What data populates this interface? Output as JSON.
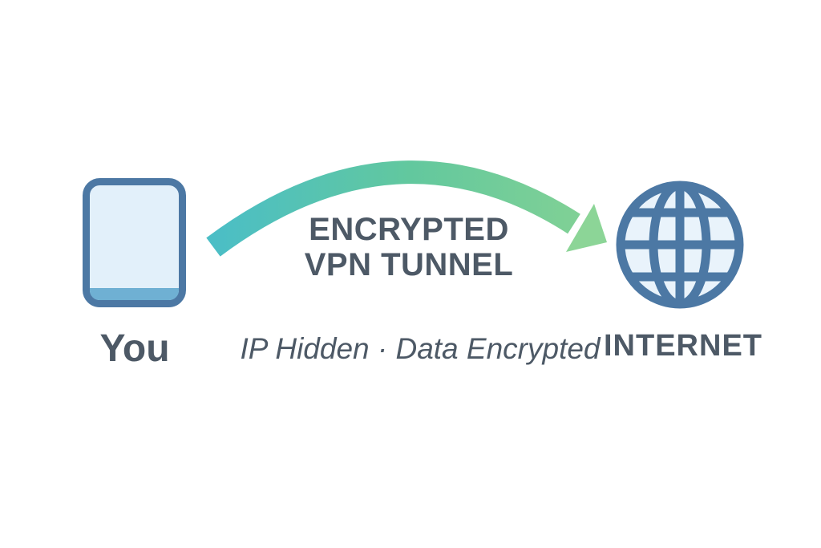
{
  "colors": {
    "background": "#ffffff",
    "text": "#4d5966",
    "device_border": "#4c78a4",
    "device_fill": "#e2f0fa",
    "device_band": "#6fb0d3",
    "globe_stroke": "#4c78a4",
    "globe_fill": "#e9f3fb",
    "arrow_start": "#4bbec6",
    "arrow_mid": "#62c89e",
    "arrow_end": "#85d294",
    "arrow_head": "#8cd597"
  },
  "diagram": {
    "source": {
      "label": "You",
      "icon": "device-icon"
    },
    "destination": {
      "label": "INTERNET",
      "icon": "globe-icon"
    },
    "tunnel": {
      "title_line1": "ENCRYPTED",
      "title_line2": "VPN TUNNEL",
      "subtitle": "IP Hidden · Data Encrypted",
      "icon": "gradient-arrow-icon"
    }
  }
}
